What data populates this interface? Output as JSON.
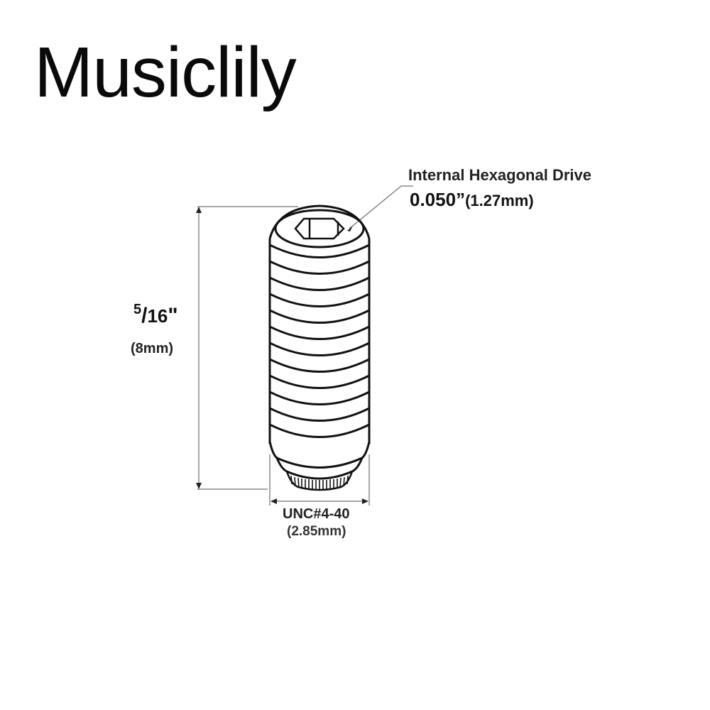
{
  "brand": {
    "name": "Musiclily"
  },
  "drive": {
    "title": "Internal Hexagonal Drive",
    "size_in": "0.050”",
    "size_mm": "(1.27mm)"
  },
  "height": {
    "numerator": "5",
    "slash": "/",
    "denominator": "16",
    "unit": "\"",
    "mm": "(8mm)"
  },
  "thread": {
    "spec": "UNC#4-40",
    "diameter_mm": "(2.85mm)"
  },
  "colors": {
    "line": "#111111",
    "dimension_line": "#8a8a8a",
    "background": "#ffffff"
  }
}
